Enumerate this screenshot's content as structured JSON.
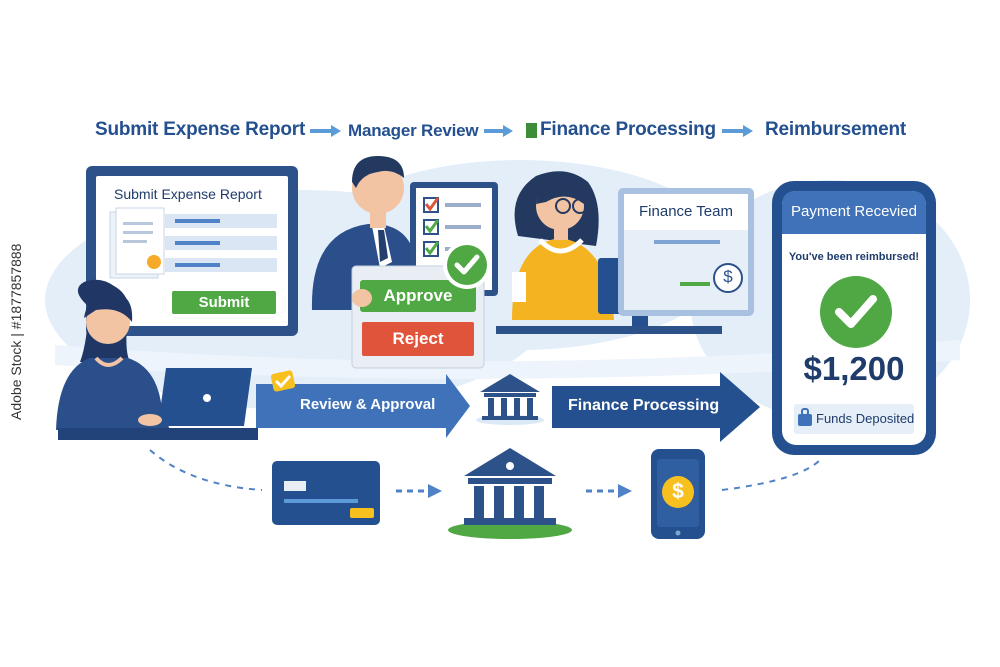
{
  "flow": {
    "steps": [
      "Submit Expense Report",
      "Manager Review",
      "Finance Processing",
      "Reimbursement"
    ]
  },
  "employee_panel": {
    "title": "Submit Expense Report",
    "button": "Submit"
  },
  "manager_panel": {
    "approve": "Approve",
    "reject": "Reject"
  },
  "finance_panel": {
    "title": "Finance Team",
    "currency": "$"
  },
  "arrows": {
    "review": "Review & Approval",
    "finance": "Finance Processing"
  },
  "phone": {
    "header": "Payment Recevied",
    "message": "You've been reimbursed!",
    "amount": "$1,200",
    "footer": "Funds Deposited"
  },
  "bottom": {
    "coin_symbol": "$"
  },
  "watermark": {
    "stock_id": "Adobe Stock | #1877857888"
  },
  "colors": {
    "navy": "#24508f",
    "blue": "#3f72b8",
    "light_blue": "#dbe8f6",
    "green": "#4fa843",
    "red": "#e0543c",
    "yellow": "#f7c01f"
  }
}
